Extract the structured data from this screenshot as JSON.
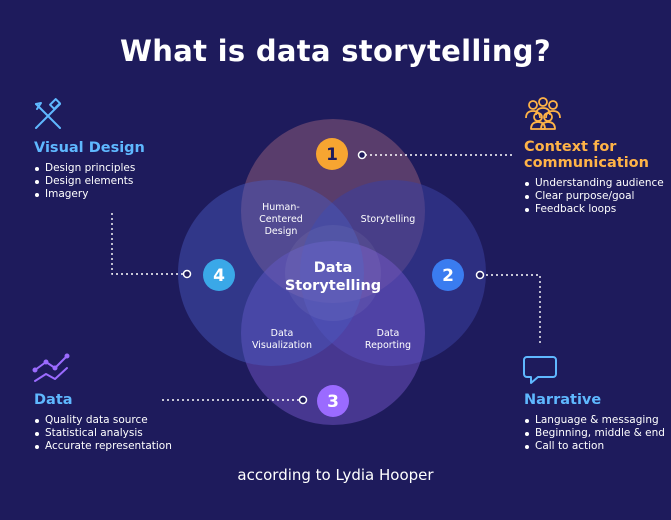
{
  "title": "What is data storytelling?",
  "footer": "according to Lydia Hooper",
  "center_label": [
    "Data",
    "Storytelling"
  ],
  "overlaps": {
    "human_centered": [
      "Human-",
      "Centered",
      "Design"
    ],
    "storytelling": "Storytelling",
    "data_visualization": [
      "Data",
      "Visualization"
    ],
    "data_reporting": [
      "Data",
      "Reporting"
    ]
  },
  "markers": [
    "1",
    "2",
    "3",
    "4"
  ],
  "panels": {
    "visual_design": {
      "title": "Visual Design",
      "items": [
        "Design principles",
        "Design elements",
        "Imagery"
      ],
      "icon": "design-tools-icon"
    },
    "context": {
      "title_line1": "Context for",
      "title_line2": "communication",
      "items": [
        "Understanding audience",
        "Clear purpose/goal",
        "Feedback loops"
      ],
      "icon": "people-group-icon"
    },
    "data": {
      "title": "Data",
      "items": [
        "Quality data source",
        "Statistical analysis",
        "Accurate representation"
      ],
      "icon": "line-chart-icon"
    },
    "narrative": {
      "title": "Narrative",
      "items": [
        "Language & messaging",
        "Beginning, middle & end",
        "Call to action"
      ],
      "icon": "speech-bubble-icon"
    }
  },
  "colors": {
    "background": "#1e1b5c",
    "circle_top": "#8a5a7a",
    "circle_right": "#3a3fa0",
    "circle_bottom": "#7a5ad0",
    "circle_left": "#4a5cc0",
    "marker_1": "#f7a531",
    "marker_2": "#3a7cf0",
    "marker_3": "#9b6bff",
    "marker_4": "#3aa8e8",
    "accent_blue": "#5fb8ff",
    "accent_orange": "#ffb347"
  }
}
